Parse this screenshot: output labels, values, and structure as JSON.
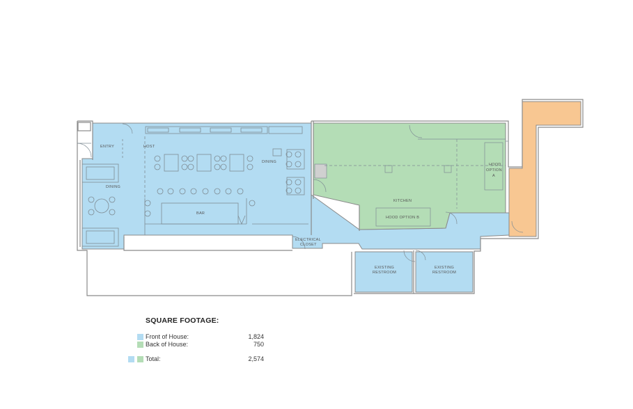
{
  "colors": {
    "front_of_house": "#b3dcf2",
    "back_of_house": "#b4ddb6",
    "exterior": "#f8c792",
    "wall": "#8a8a8a"
  },
  "rooms": {
    "entry": "ENTRY",
    "host": "HOST",
    "dining_left": "DINING",
    "dining_main": "DINING",
    "bar": "BAR",
    "kitchen": "KITCHEN",
    "hood_option_a_line1": "HOOD",
    "hood_option_a_line2": "OPTION",
    "hood_option_a_line3": "A",
    "hood_option_b": "HOOD OPTION B",
    "electrical_line1": "ELECTRICAL",
    "electrical_line2": "CLOSET",
    "restroom_1_line1": "EXISTING",
    "restroom_1_line2": "RESTROOM",
    "restroom_2_line1": "EXISTING",
    "restroom_2_line2": "RESTROOM"
  },
  "legend": {
    "title": "SQUARE FOOTAGE:",
    "front_label": "Front of House:",
    "front_value": "1,824",
    "back_label": "Back of House:",
    "back_value": "750",
    "total_label": "Total:",
    "total_value": "2,574"
  }
}
